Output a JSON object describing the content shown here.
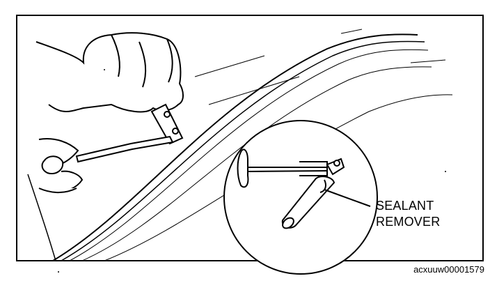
{
  "callout": {
    "line1": "SEALANT",
    "line2": "REMOVER"
  },
  "figure_code": "acxuuw00001579",
  "colors": {
    "ink": "#000000",
    "paper": "#ffffff"
  },
  "icons": [
    "hand-with-tool",
    "sealant-remover-tool"
  ]
}
